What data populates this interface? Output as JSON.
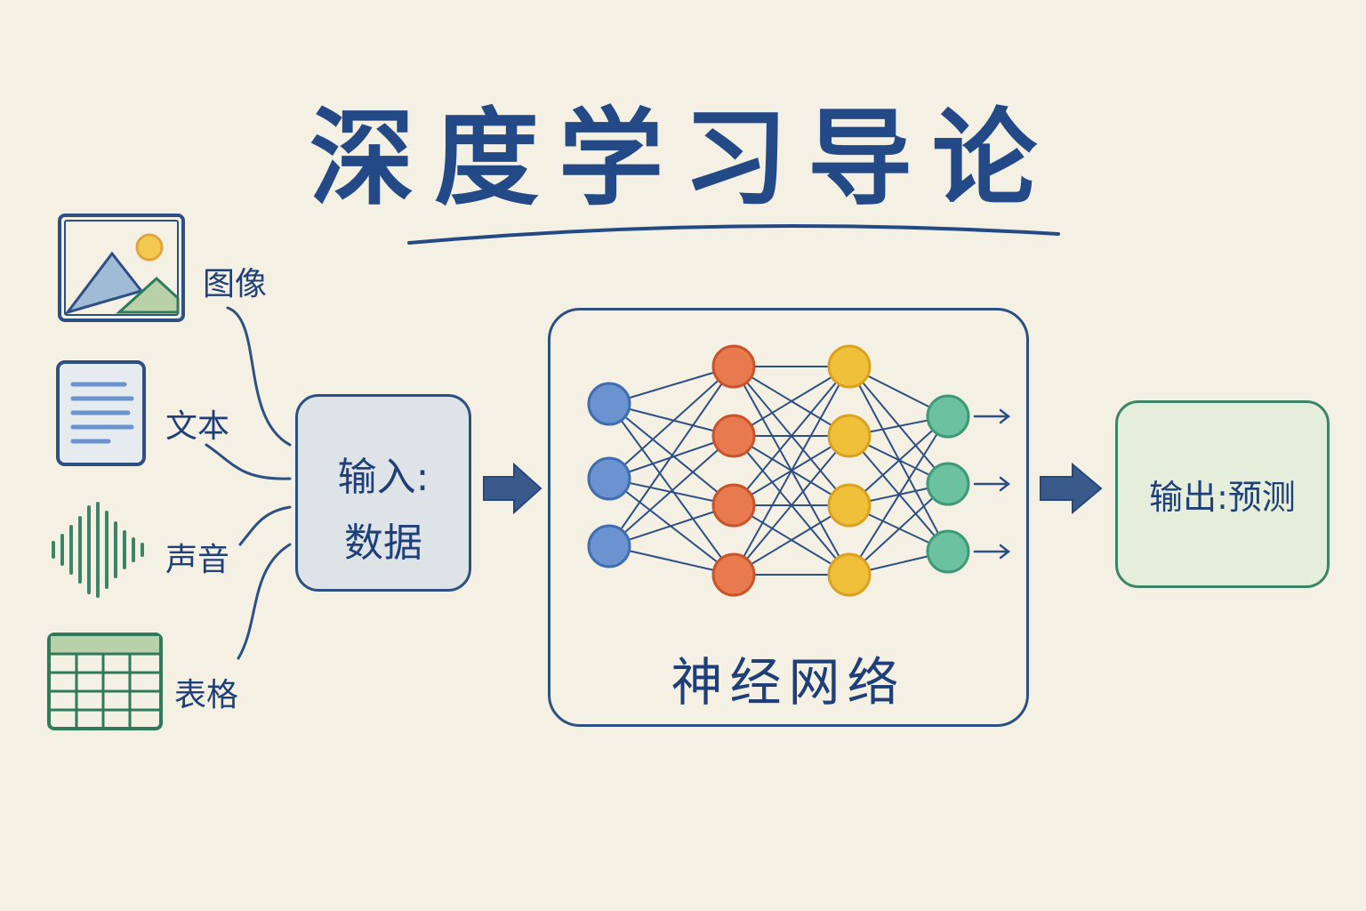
{
  "title": "深度学习导论",
  "inputs": {
    "image_label": "图像",
    "text_label": "文本",
    "sound_label": "声音",
    "table_label": "表格"
  },
  "input_box": {
    "line1": "输入:",
    "line2": "数据"
  },
  "network_label": "神经网络",
  "output_box": {
    "label": "输出:预测"
  },
  "network": {
    "layers": [
      3,
      4,
      4,
      3
    ]
  },
  "colors": {
    "ink": "#234a86",
    "background": "#f5f0e4",
    "layer_input": "#6a93cf",
    "layer_hidden1": "#e87a4f",
    "layer_hidden2": "#f0c03a",
    "layer_output": "#6cc1a0",
    "output_box_fill": "#e5eddb"
  }
}
